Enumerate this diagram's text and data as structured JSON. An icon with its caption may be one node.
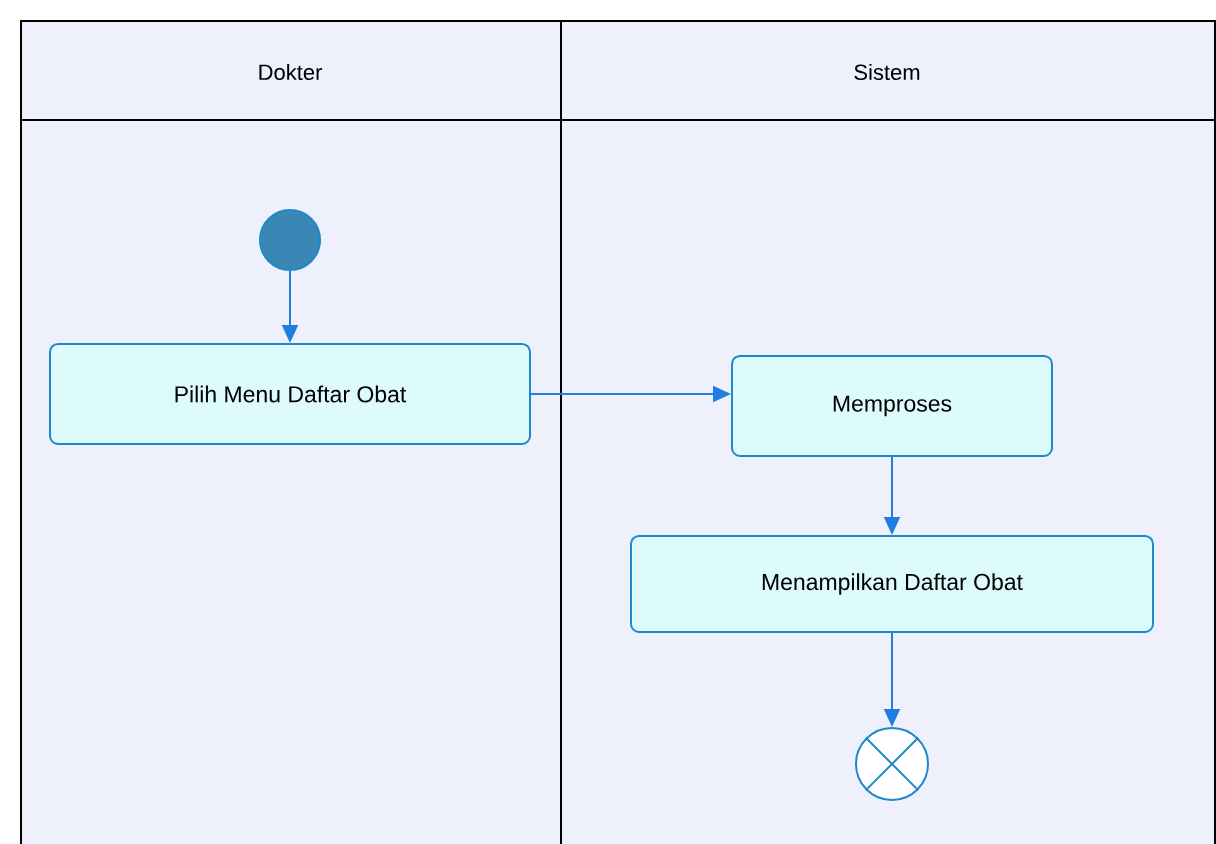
{
  "diagram": {
    "nodes": [
      {
        "text": [
          "Dokter"
        ]
      },
      {
        "text": [
          "Sistem"
        ]
      },
      {
        "text": [],
        "shape": "circle",
        "in": 0
      },
      {
        "text": [
          "Pilih Menu Daftar Obat"
        ],
        "in": 0
      },
      {
        "text": [
          "Memproses"
        ],
        "in": 1
      },
      {
        "text": [
          "Menampilkan Daftar Obat"
        ],
        "in": 1
      },
      {
        "text": [],
        "shape": "circle",
        "in": 1
      }
    ],
    "edges": [
      {
        "from": 2,
        "to": 3,
        "arrow": "to"
      },
      {
        "from": 3,
        "to": 4,
        "arrow": "to"
      },
      {
        "from": 4,
        "to": 5,
        "arrow": "to"
      },
      {
        "from": 5,
        "to": 6,
        "arrow": "to"
      }
    ]
  }
}
